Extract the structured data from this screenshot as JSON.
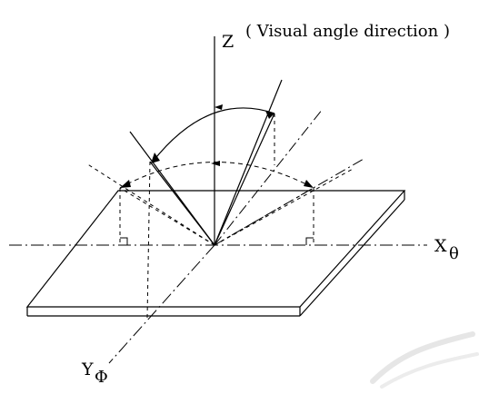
{
  "diagram": {
    "z_axis_label": "Z",
    "visual_angle_note": "( Visual angle direction )",
    "x_axis_label": "X",
    "x_angle_symbol": "θ",
    "y_axis_label": "Y",
    "y_angle_symbol": "Φ"
  },
  "colors": {
    "line": "#000000",
    "background": "#ffffff",
    "watermark": "#e6e6e6"
  }
}
